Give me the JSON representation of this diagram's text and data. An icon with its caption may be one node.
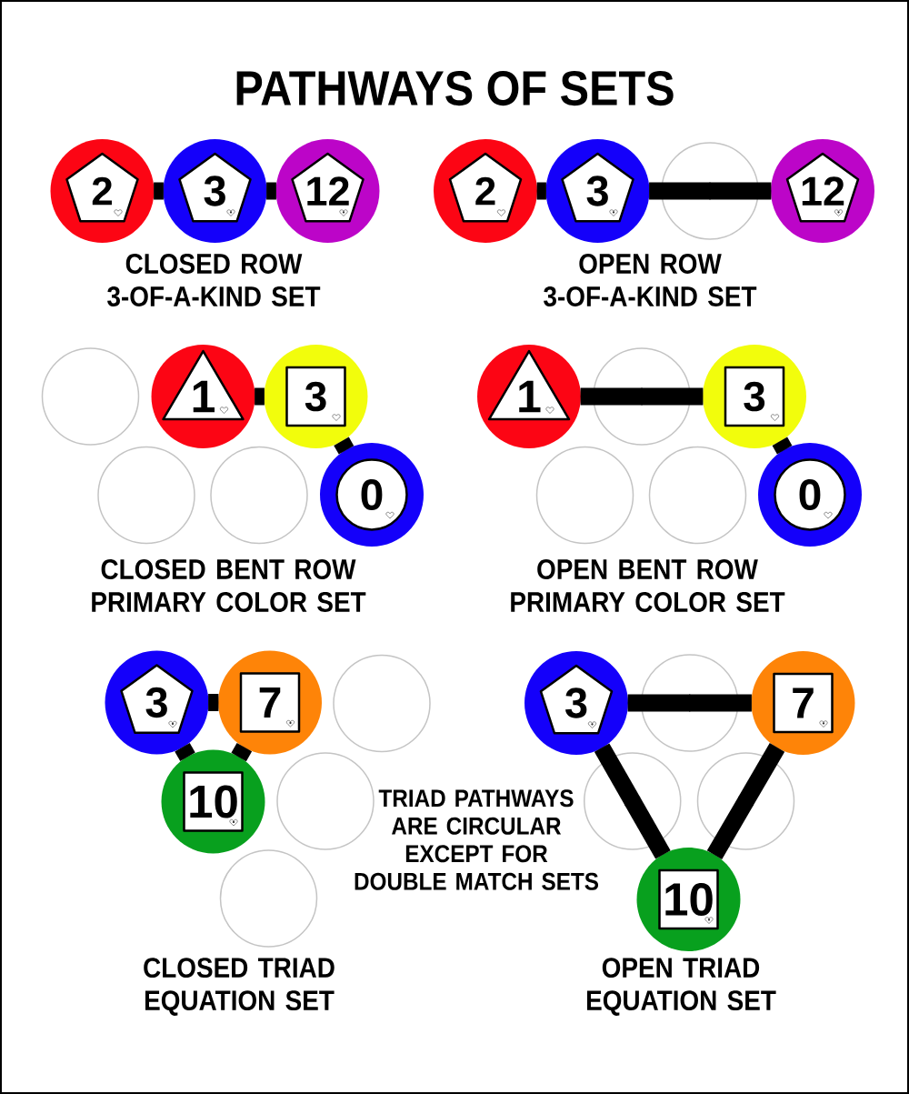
{
  "diagram": {
    "title": "PATHWAYS OF SETS",
    "nodes": [
      {
        "text": [
          "2"
        ]
      },
      {
        "text": [
          "3"
        ]
      },
      {
        "text": [
          "12"
        ]
      },
      {
        "text": [
          "2"
        ]
      },
      {
        "text": [
          "3"
        ]
      },
      {
        "text": [],
        "shape": "circle"
      },
      {
        "text": [
          "12"
        ]
      },
      {
        "text": [],
        "shape": "circle"
      },
      {
        "text": [
          "1"
        ]
      },
      {
        "text": [
          "3"
        ]
      },
      {
        "text": [],
        "shape": "circle"
      },
      {
        "text": [],
        "shape": "circle"
      },
      {
        "text": [
          "0"
        ]
      },
      {
        "text": [
          "1"
        ]
      },
      {
        "text": [],
        "shape": "circle"
      },
      {
        "text": [
          "3"
        ]
      },
      {
        "text": [],
        "shape": "circle"
      },
      {
        "text": [],
        "shape": "circle"
      },
      {
        "text": [
          "0"
        ]
      },
      {
        "text": [
          "3"
        ]
      },
      {
        "text": [
          "7"
        ]
      },
      {
        "text": [],
        "shape": "circle"
      },
      {
        "text": [
          "10"
        ]
      },
      {
        "text": [],
        "shape": "circle"
      },
      {
        "text": [],
        "shape": "circle"
      },
      {
        "text": [
          "3"
        ]
      },
      {
        "text": [],
        "shape": "circle"
      },
      {
        "text": [
          "7"
        ]
      },
      {
        "text": [],
        "shape": "circle"
      },
      {
        "text": [],
        "shape": "circle"
      },
      {
        "text": [
          "10"
        ]
      }
    ],
    "edges": [
      {
        "from": 0,
        "to": 1,
        "arrow": "none"
      },
      {
        "from": 1,
        "to": 2,
        "arrow": "none"
      },
      {
        "from": 3,
        "to": 4,
        "arrow": "none"
      },
      {
        "from": 4,
        "to": 5,
        "arrow": "none"
      },
      {
        "from": 5,
        "to": 6,
        "arrow": "none"
      },
      {
        "from": 8,
        "to": 9,
        "arrow": "none"
      },
      {
        "from": 9,
        "to": 12,
        "arrow": "none"
      },
      {
        "from": 13,
        "to": 14,
        "arrow": "none"
      },
      {
        "from": 14,
        "to": 15,
        "arrow": "none"
      },
      {
        "from": 15,
        "to": 18,
        "arrow": "none"
      },
      {
        "from": 19,
        "to": 20,
        "arrow": "none"
      },
      {
        "from": 19,
        "to": 22,
        "arrow": "none"
      },
      {
        "from": 20,
        "to": 22,
        "arrow": "none"
      },
      {
        "from": 25,
        "to": 26,
        "arrow": "none"
      },
      {
        "from": 26,
        "to": 27,
        "arrow": "none"
      },
      {
        "from": 25,
        "to": 28,
        "arrow": "none"
      },
      {
        "from": 28,
        "to": 30,
        "arrow": "none"
      },
      {
        "from": 27,
        "to": 29,
        "arrow": "none"
      },
      {
        "from": 29,
        "to": 30,
        "arrow": "none"
      }
    ],
    "labels": [
      "CLOSED ROW 3-OF-A-KIND SET",
      "OPEN ROW 3-OF-A-KIND SET",
      "CLOSED BENT ROW PRIMARY COLOR SET",
      "OPEN BENT ROW PRIMARY COLOR SET",
      "TRIAD PATHWAYS ARE CIRCULAR EXCEPT FOR DOUBLE MATCH SETS",
      "CLOSED TRIAD EQUATION SET",
      "OPEN TRIAD EQUATION SET"
    ]
  }
}
